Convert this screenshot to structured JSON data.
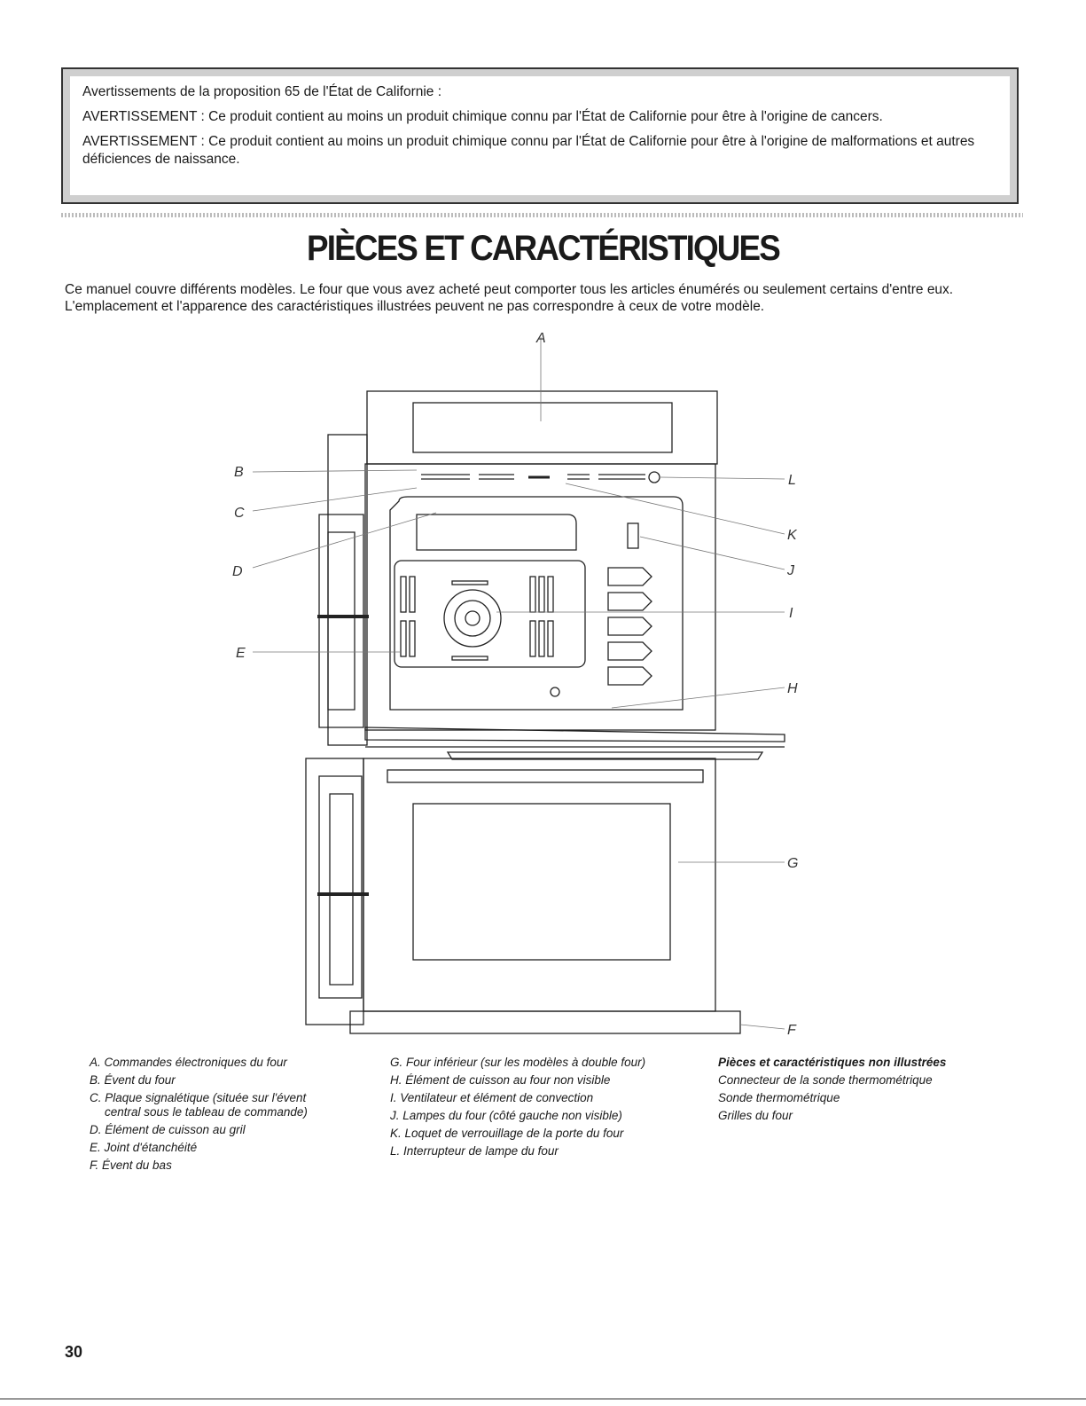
{
  "warning": {
    "heading": "Avertissements de la proposition 65 de l'État de Californie :",
    "line1": "AVERTISSEMENT : Ce produit contient au moins un produit chimique connu par l'État de Californie pour être à l'origine de cancers.",
    "line2": "AVERTISSEMENT : Ce produit contient au moins un produit chimique connu par l'État de Californie pour être à l'origine de malformations et autres déficiences de naissance."
  },
  "title": "PIÈCES ET CARACTÉRISTIQUES",
  "intro": "Ce manuel couvre différents modèles. Le four que vous avez acheté peut comporter tous les articles énumérés ou seulement certains d'entre eux. L'emplacement et l'apparence des caractéristiques illustrées peuvent ne pas correspondre à ceux de votre modèle.",
  "diagram_labels": {
    "A": "A",
    "B": "B",
    "C": "C",
    "D": "D",
    "E": "E",
    "F": "F",
    "G": "G",
    "H": "H",
    "I": "I",
    "J": "J",
    "K": "K",
    "L": "L"
  },
  "legend": {
    "col1": [
      "A. Commandes électroniques du four",
      "B. Évent du four",
      "C. Plaque signalétique (située sur l'évent",
      "central sous le tableau de commande)",
      "D. Élément de cuisson au gril",
      "E. Joint d'étanchéité",
      "F. Évent du bas"
    ],
    "col2": [
      "G. Four inférieur (sur les modèles à double four)",
      "H. Élément de cuisson au four non visible",
      "I. Ventilateur et élément de convection",
      "J. Lampes du four (côté gauche non visible)",
      "K. Loquet de verrouillage de la porte du four",
      "L. Interrupteur de lampe du four"
    ],
    "col3_heading": "Pièces et caractéristiques non illustrées",
    "col3": [
      "Connecteur de la sonde thermométrique",
      "Sonde thermométrique",
      "Grilles du four"
    ]
  },
  "page_number": "30"
}
